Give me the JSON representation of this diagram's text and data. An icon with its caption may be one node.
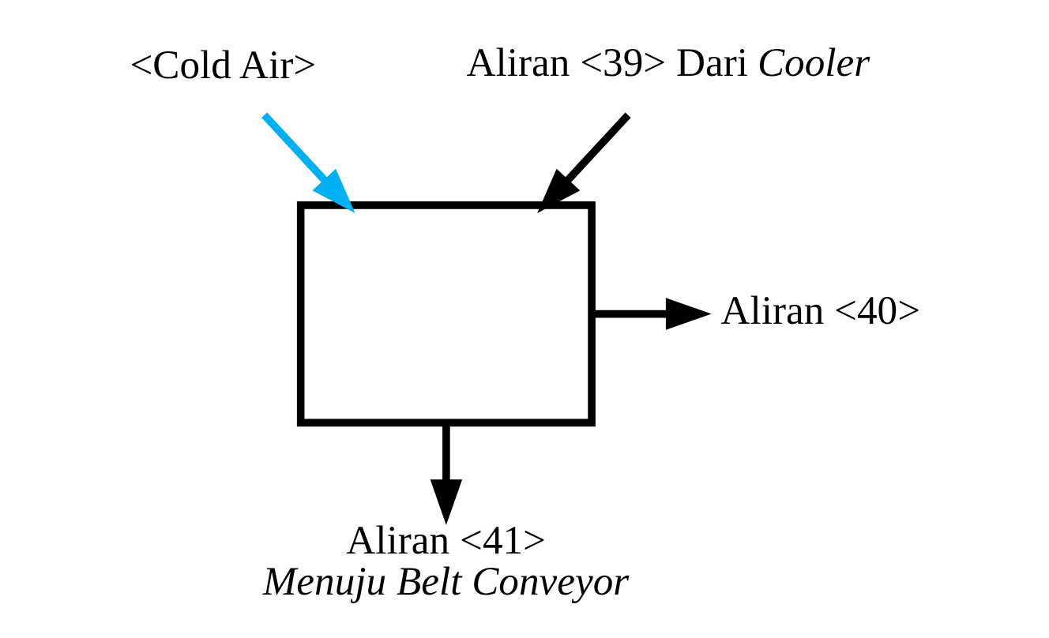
{
  "diagram": {
    "nodes": [
      {
        "text": [
          "<Cold Air>"
        ]
      },
      {
        "text": [
          "Aliran <39> Dari *Cooler*"
        ]
      },
      {
        "text": [],
        "shape": "box"
      },
      {
        "text": [
          "Aliran <40>"
        ]
      },
      {
        "text": [
          "Aliran <41>",
          "*Menuju Belt Conveyor*"
        ]
      }
    ],
    "edges": [
      {
        "from": 0,
        "to": 2,
        "arrow": "to",
        "color": "#00b0f0"
      },
      {
        "from": 1,
        "to": 2,
        "arrow": "to"
      },
      {
        "from": 2,
        "to": 3,
        "arrow": "to"
      },
      {
        "from": 2,
        "to": 4,
        "arrow": "to"
      }
    ]
  }
}
